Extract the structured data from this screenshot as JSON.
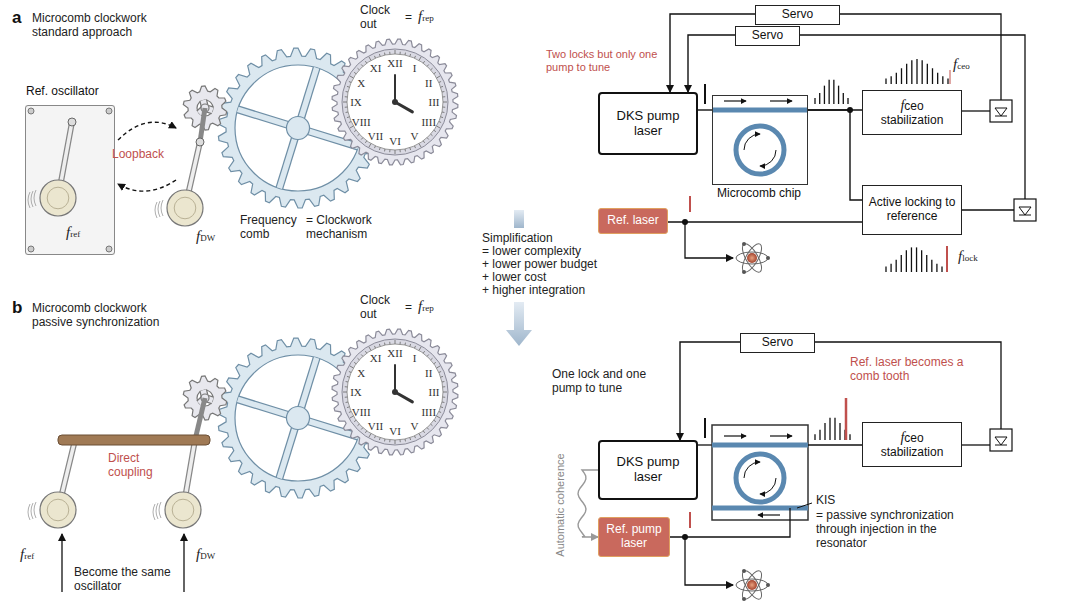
{
  "diagram": {
    "nodes": [
      {
        "text": [
          "Ref. oscillator"
        ]
      },
      {
        "text": [
          "Servo"
        ]
      },
      {
        "text": [
          "Servo"
        ]
      },
      {
        "text": [
          "DKS pump laser"
        ]
      },
      {
        "text": [
          "Microcomb chip"
        ]
      },
      {
        "text": [
          "fceo stabilization"
        ]
      },
      {
        "text": [
          "Active locking to reference"
        ]
      },
      {
        "text": [
          "Ref. laser"
        ]
      },
      {
        "text": [
          "Servo"
        ]
      },
      {
        "text": [
          "DKS pump laser"
        ]
      },
      {
        "text": [
          "fceo stabilization"
        ]
      },
      {
        "text": [
          "Ref. pump laser"
        ]
      }
    ],
    "edges": [
      {
        "from": 1,
        "to": 3,
        "arrow": "to"
      },
      {
        "from": 2,
        "to": 3,
        "arrow": "to"
      },
      {
        "from": 3,
        "to": 4,
        "arrow": "none"
      },
      {
        "from": 4,
        "to": 5,
        "arrow": "none"
      },
      {
        "from": 4,
        "to": 6,
        "arrow": "none"
      },
      {
        "from": 7,
        "to": 6,
        "arrow": "none"
      },
      {
        "from": 8,
        "to": 9,
        "arrow": "to"
      },
      {
        "from": 9,
        "to": 11,
        "label": "Automatic coherence",
        "arrow": "to"
      }
    ],
    "labels": [
      "a",
      "Microcomb clockwork standard approach",
      "Clock out",
      "=",
      "frep",
      "Loopback",
      "fref",
      "fDW",
      "Frequency comb",
      "= Clockwork mechanism",
      "XII",
      "I",
      "II",
      "III",
      "IIII",
      "V",
      "VI",
      "VII",
      "VIII",
      "IX",
      "X",
      "XI",
      "b",
      "Microcomb clockwork passive synchronization",
      "Clock out",
      "=",
      "frep",
      "Direct coupling",
      "fref",
      "fDW",
      "Become the same oscillator",
      "XII",
      "I",
      "II",
      "III",
      "IIII",
      "V",
      "VI",
      "VII",
      "VIII",
      "IX",
      "X",
      "XI",
      "Simplification",
      "= lower complexity",
      "+ lower power budget",
      "+ lower cost",
      "+ higher integration",
      "Two locks but only one pump to tune",
      "fceo",
      "flock",
      "One lock and one pump to tune",
      "Ref. laser becomes a comb tooth",
      "KIS",
      "= passive synchronization through injection in the resonator"
    ]
  }
}
